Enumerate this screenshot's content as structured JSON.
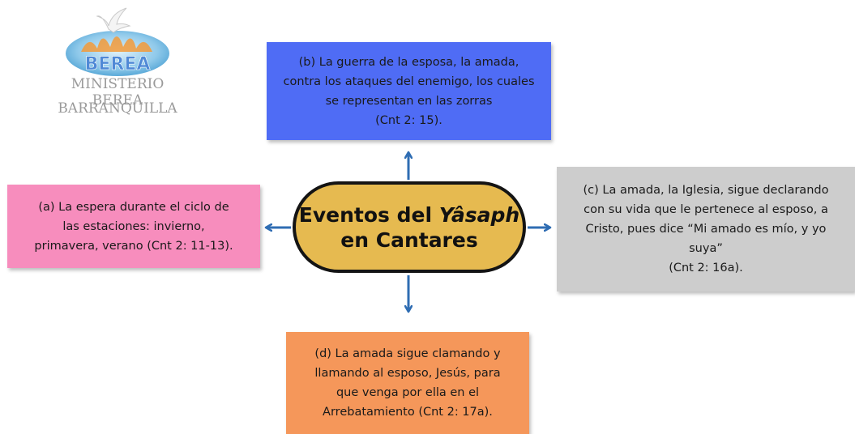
{
  "logo": {
    "wordmark": "BEREA",
    "line1": "MINISTERIO BEREA",
    "line2": "BARRANQUILLA"
  },
  "center": {
    "line1_prefix": "Eventos del ",
    "line1_italic": "Yâsaph",
    "line2": "en Cantares",
    "fill": "#e6ba50",
    "border": "#141414"
  },
  "boxes": {
    "b": {
      "text": "(b) La guerra de la esposa, la amada,\ncontra los ataques del enemigo, los cuales\nse representan en las zorras\n(Cnt 2: 15).",
      "color": "#4f6cf5"
    },
    "a": {
      "text": "(a) La espera durante el ciclo de\nlas estaciones: invierno,\nprimavera, verano (Cnt 2: 11-13).",
      "color": "#f78dbd"
    },
    "c": {
      "text": "(c) La amada, la Iglesia, sigue declarando\ncon su vida que le pertenece al esposo, a\nCristo, pues dice “Mi amado es mío, y yo\nsuya”\n(Cnt 2: 16a).",
      "color": "#cdcdcd"
    },
    "d": {
      "text": "(d) La amada sigue clamando y\nllamando al esposo, Jesús, para\nque venga por ella en el\nArrebatamiento (Cnt 2: 17a).",
      "color": "#f5975a"
    }
  },
  "arrow_color": "#2f6db3"
}
